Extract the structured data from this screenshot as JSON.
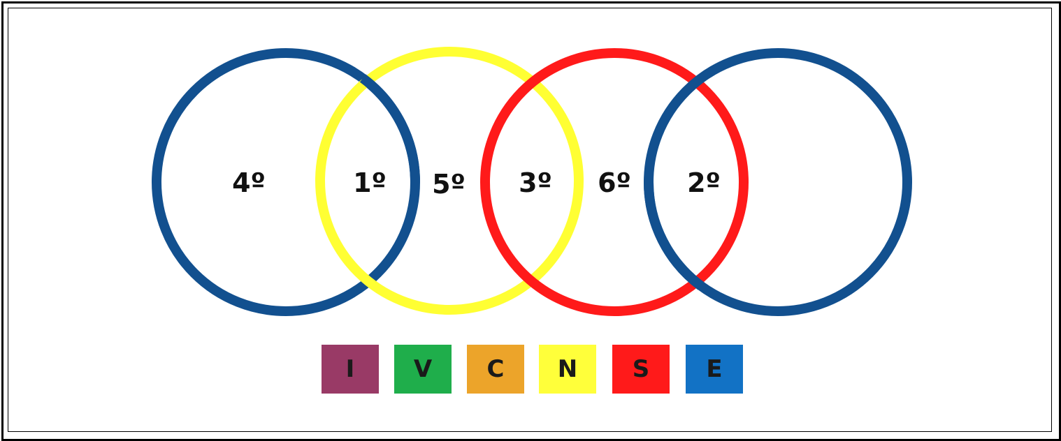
{
  "rings": [
    {
      "id": "ring-1",
      "color": "#12508f",
      "name": "blue-circle"
    },
    {
      "id": "ring-2",
      "color": "#ffff33",
      "name": "yellow-circle"
    },
    {
      "id": "ring-3",
      "color": "#ff1a1a",
      "name": "red-circle"
    },
    {
      "id": "ring-4",
      "color": "#12508f",
      "name": "blue-circle"
    }
  ],
  "labels": [
    "4º",
    "1º",
    "5º",
    "3º",
    "6º",
    "2º"
  ],
  "legend": [
    {
      "letter": "I",
      "color": "#993a66"
    },
    {
      "letter": "V",
      "color": "#1fae4b"
    },
    {
      "letter": "C",
      "color": "#eca42a"
    },
    {
      "letter": "N",
      "color": "#ffff3a"
    },
    {
      "letter": "S",
      "color": "#ff1a1a"
    },
    {
      "letter": "E",
      "color": "#1272c5"
    }
  ]
}
